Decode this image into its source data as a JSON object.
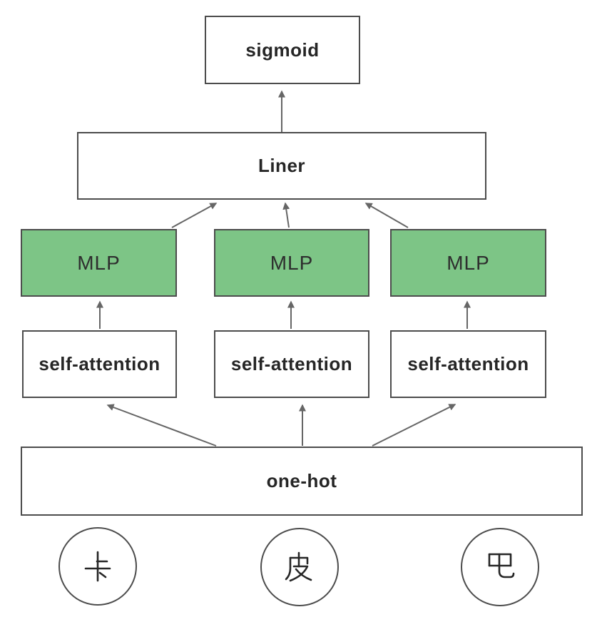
{
  "colors": {
    "background": "#ffffff",
    "mlp_fill": "#7dc586",
    "box_border": "#4c4c4c",
    "arrow": "#666666",
    "text": "#262626"
  },
  "nodes": {
    "sigmoid": {
      "label": "sigmoid"
    },
    "linear": {
      "label": "Liner"
    },
    "mlp": {
      "label": "MLP"
    },
    "self_attention": {
      "label": "self-attention"
    },
    "one_hot": {
      "label": "one-hot"
    }
  },
  "tokens": [
    {
      "char": "卡"
    },
    {
      "char": "皮"
    },
    {
      "char": "巴"
    }
  ]
}
